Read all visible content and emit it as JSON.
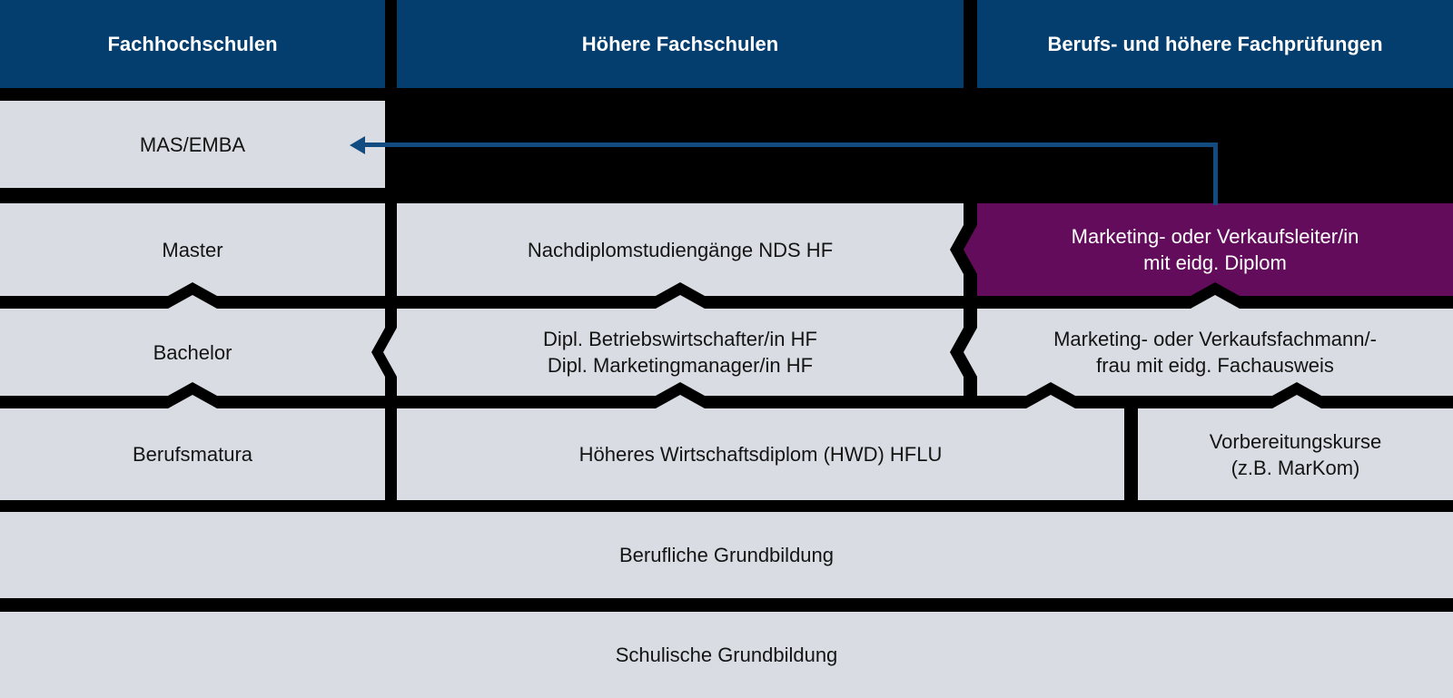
{
  "colors": {
    "background": "#000000",
    "header_blue": "#033e6e",
    "box_gray": "#d9dde3",
    "highlight_purple": "#640c5c",
    "arrow_blue": "#114b80",
    "text_dark": "#141414",
    "text_light": "#ffffff"
  },
  "headers": [
    {
      "label": "Fachhochschulen"
    },
    {
      "label": "Höhere Fachschulen"
    },
    {
      "label": "Berufs- und höhere Fachprüfungen"
    }
  ],
  "boxes": {
    "mas_emba": {
      "label": "MAS/EMBA"
    },
    "master": {
      "label": "Master"
    },
    "bachelor": {
      "label": "Bachelor"
    },
    "berufsmatura": {
      "label": "Berufsmatura"
    },
    "nds_hf": {
      "label": "Nachdiplomstudiengänge NDS HF"
    },
    "dipl_hf": {
      "label": "Dipl. Betriebswirtschafter/in HF\nDipl. Marketingmanager/in HF"
    },
    "hwd_hflu": {
      "label": "Höheres Wirtschaftsdiplom (HWD) HFLU"
    },
    "verkaufsleiter": {
      "label": "Marketing- oder Verkaufsleiter/in\nmit eidg. Diplom",
      "highlighted": true
    },
    "verkaufsfachmann": {
      "label": "Marketing- oder Verkaufsfachmann/-\nfrau mit eidg. Fachausweis"
    },
    "vorbereitungskurse": {
      "label": "Vorbereitungskurse\n(z.B. MarKom)"
    },
    "berufliche_grundbildung": {
      "label": "Berufliche Grundbildung"
    },
    "schulische_grundbildung": {
      "label": "Schulische Grundbildung"
    }
  }
}
